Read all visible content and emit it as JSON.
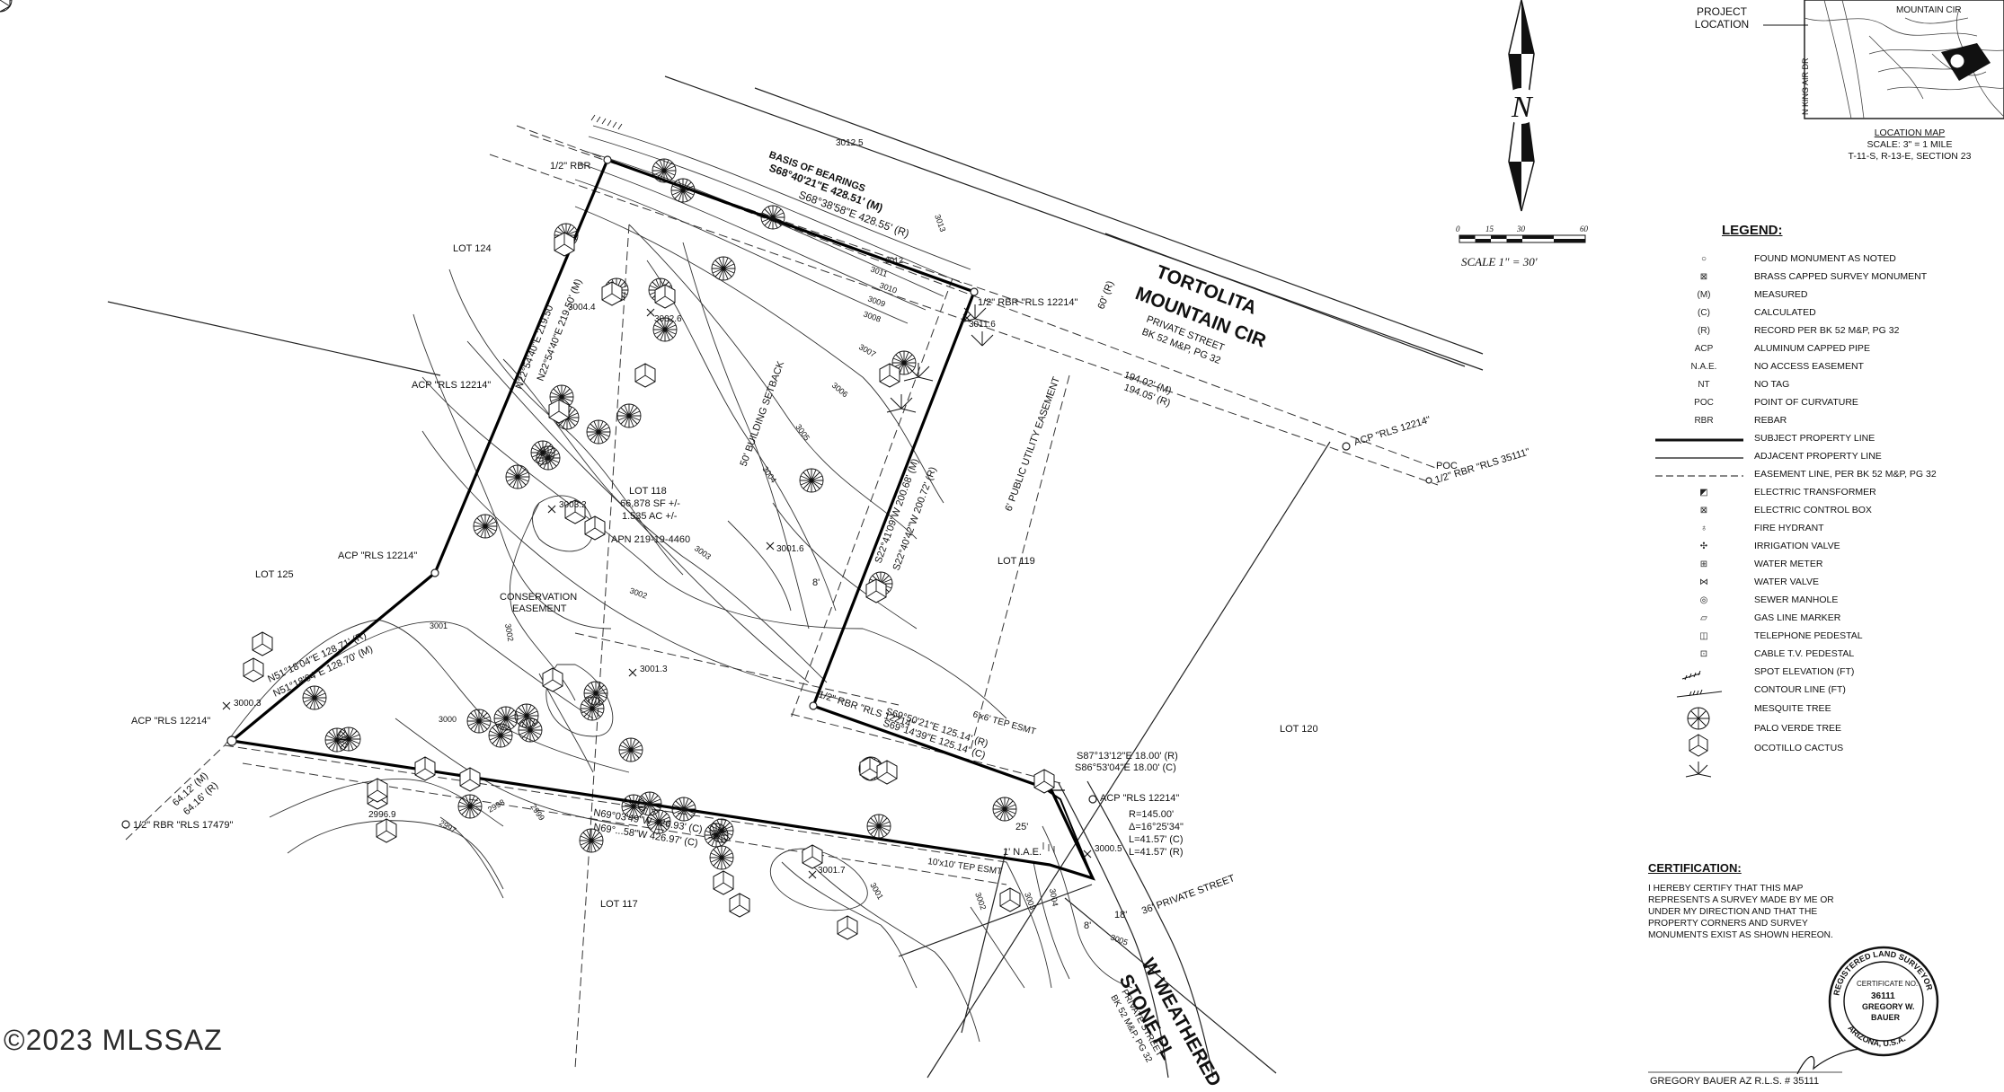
{
  "title": {
    "street_line1": "TORTOLITA",
    "street_line2": "MOUNTAIN CIR",
    "street_sub1": "PRIVATE STREET",
    "street_sub2": "BK 52 M&P, PG 32"
  },
  "road2": {
    "line1": "W WEATHERED",
    "line2": "STONE PL",
    "sub1": "PRIVATE STREET",
    "sub2": "BK 52 M&P, PG 32",
    "width": "36' PRIVATE STREET"
  },
  "lot": {
    "label": "LOT 118",
    "sf": "66,878 SF +/-",
    "ac": "1.535 AC +/-",
    "apn": "APN 219-19-4460"
  },
  "adjacent_lots": [
    "LOT 124",
    "LOT 125",
    "LOT 119",
    "LOT 120",
    "LOT 117"
  ],
  "bearings": {
    "basis": "BASIS OF BEARINGS",
    "b1": "S68°40'21\"E   428.51' (M)",
    "b2": "S68°38'58\"E   428.55' (R)",
    "west1": "N22°54'40\"E   219.50' (M)",
    "west2": "N22°54'40\"E   219.50'",
    "sw1": "N51°18'04\"E   128.71' (R)",
    "sw2": "N51°18'04\"E   128.70' (M)",
    "east1": "S22°41'09\"W   200.68' (M)",
    "east2": "S22°40'42\"W   200.72' (R)",
    "s1": "S69°50'21\"E   125.14' (R)",
    "s2": "S69°14'39\"E   125.14' (C)",
    "s3": "S87°13'12\"E   18.00' (R)",
    "s4": "S86°53'04\"E   18.00' (C)",
    "south1": "N69°03'49\"W   426.93' (C)",
    "south2": "N69°...58\"W   426.97' (C)",
    "ne1": "194.02' (M)",
    "ne2": "194.05' (R)",
    "sw_dist1": "64.12' (M)",
    "sw_dist2": "64.16' (R)",
    "curve_r": "R=145.00'",
    "curve_d": "Δ=16°25'34\"",
    "curve_l1": "L=41.57' (C)",
    "curve_l2": "L=41.57' (R)"
  },
  "monuments": {
    "nw": "1/2\" RBR",
    "ne": "1/2\" RBR \"RLS 12214\"",
    "w1": "ACP \"RLS 12214\"",
    "w2": "ACP \"RLS 12214\"",
    "sw": "ACP \"RLS 12214\"",
    "sw2": "1/2\" RBR \"RLS 17479\"",
    "se": "1/2\" RBR \"RLS 12214\"",
    "se2": "ACP \"RLS 12214\"",
    "far_ne": "ACP \"RLS 12214\"",
    "poc": "POC",
    "poc2": "1/2\" RBR \"RLS 35111\""
  },
  "annotations": {
    "setback": "50' BUILDING SETBACK",
    "pue": "6' PUBLIC UTILITY EASEMENT",
    "conservation1": "CONSERVATION",
    "conservation2": "EASEMENT",
    "tep1": "6'x6' TEP ESMT",
    "tep2": "10'x10' TEP ESMT",
    "nae": "1' N.A.E.",
    "eight": "8'",
    "twentyfive": "25'",
    "sixty": "60' (R)",
    "eighteen": "18'",
    "eight2": "8'"
  },
  "elevations": {
    "e1": "3012.5",
    "e2": "3004.4",
    "e3": "3002.6",
    "e4": "3003.2",
    "e5": "3001.6",
    "e6": "3001.3",
    "e7": "3000.3",
    "e8": "2996.9",
    "e9": "3001.7",
    "e10": "3011.6",
    "e11": "3000.5",
    "c1": "3013",
    "c2": "3012",
    "c3": "3011",
    "c4": "3010",
    "c5": "3009",
    "c6": "3008",
    "c7": "3007",
    "c8": "3006",
    "c9": "3005",
    "c10": "3004",
    "c11": "3003",
    "c12": "3002",
    "c13": "3001",
    "c14": "3000",
    "c15": "2999",
    "c16": "2998",
    "c17": "2997",
    "c18": "3002",
    "c19": "3001",
    "c20": "3002",
    "c21": "3003",
    "c22": "3004",
    "c23": "3005"
  },
  "north": {
    "letter": "N"
  },
  "scale": {
    "ticks": [
      "0",
      "15",
      "30",
      "60"
    ],
    "label": "SCALE 1\" = 30'"
  },
  "location_map": {
    "project1": "PROJECT",
    "project2": "LOCATION",
    "road_label": "MOUNTAIN CIR",
    "road_label2": "N KING AIR DR",
    "title": "LOCATION MAP",
    "scale": "SCALE: 3\" = 1 MILE",
    "section": "T-11-S, R-13-E, SECTION 23"
  },
  "legend": {
    "title": "LEGEND:",
    "items": [
      {
        "sym": "○",
        "text": "FOUND MONUMENT AS NOTED"
      },
      {
        "sym": "⊠",
        "text": "BRASS CAPPED SURVEY MONUMENT"
      },
      {
        "sym": "(M)",
        "text": "MEASURED"
      },
      {
        "sym": "(C)",
        "text": "CALCULATED"
      },
      {
        "sym": "(R)",
        "text": "RECORD PER BK 52 M&P, PG 32"
      },
      {
        "sym": "ACP",
        "text": "ALUMINUM CAPPED PIPE"
      },
      {
        "sym": "N.A.E.",
        "text": "NO ACCESS EASEMENT"
      },
      {
        "sym": "NT",
        "text": "NO TAG"
      },
      {
        "sym": "POC",
        "text": "POINT OF CURVATURE"
      },
      {
        "sym": "RBR",
        "text": "REBAR"
      },
      {
        "sym": "line-heavy",
        "text": "SUBJECT PROPERTY LINE"
      },
      {
        "sym": "line-thin",
        "text": "ADJACENT PROPERTY LINE"
      },
      {
        "sym": "line-dash",
        "text": "EASEMENT LINE, PER BK 52 M&P, PG 32"
      },
      {
        "sym": "◩",
        "text": "ELECTRIC TRANSFORMER"
      },
      {
        "sym": "⊠",
        "text": "ELECTRIC CONTROL BOX"
      },
      {
        "sym": "♁",
        "text": "FIRE HYDRANT"
      },
      {
        "sym": "✣",
        "text": "IRRIGATION VALVE"
      },
      {
        "sym": "⊞",
        "text": "WATER METER"
      },
      {
        "sym": "⋈",
        "text": "WATER VALVE"
      },
      {
        "sym": "◎",
        "text": "SEWER MANHOLE"
      },
      {
        "sym": "▱",
        "text": "GAS LINE MARKER"
      },
      {
        "sym": "◫",
        "text": "TELEPHONE PEDESTAL"
      },
      {
        "sym": "⊡",
        "text": "CABLE T.V. PEDESTAL"
      },
      {
        "sym": "spot",
        "text": "SPOT ELEVATION (FT)"
      },
      {
        "sym": "contour",
        "text": "CONTOUR LINE (FT)"
      },
      {
        "sym": "mesquite",
        "text": "MESQUITE TREE"
      },
      {
        "sym": "paloverde",
        "text": "PALO VERDE TREE"
      },
      {
        "sym": "ocotillo",
        "text": "OCOTILLO CACTUS"
      }
    ]
  },
  "certification": {
    "title": "CERTIFICATION:",
    "text": "I HEREBY CERTIFY THAT THIS MAP REPRESENTS A SURVEY MADE BY ME OR UNDER MY DIRECTION AND THAT THE PROPERTY CORNERS AND SURVEY MONUMENTS EXIST AS SHOWN HEREON.",
    "seal_top": "REGISTERED LAND SURVEYOR",
    "seal_cert": "CERTIFICATE NO.",
    "seal_num": "36111",
    "seal_name1": "GREGORY W.",
    "seal_name2": "BAUER",
    "seal_bottom": "ARIZONA, U.S.A.",
    "signature": "GREGORY BAUER    AZ R.L.S. # 35111"
  },
  "watermark": "©2023 MLSSAZ",
  "colors": {
    "ink": "#111111",
    "paper": "#ffffff"
  }
}
